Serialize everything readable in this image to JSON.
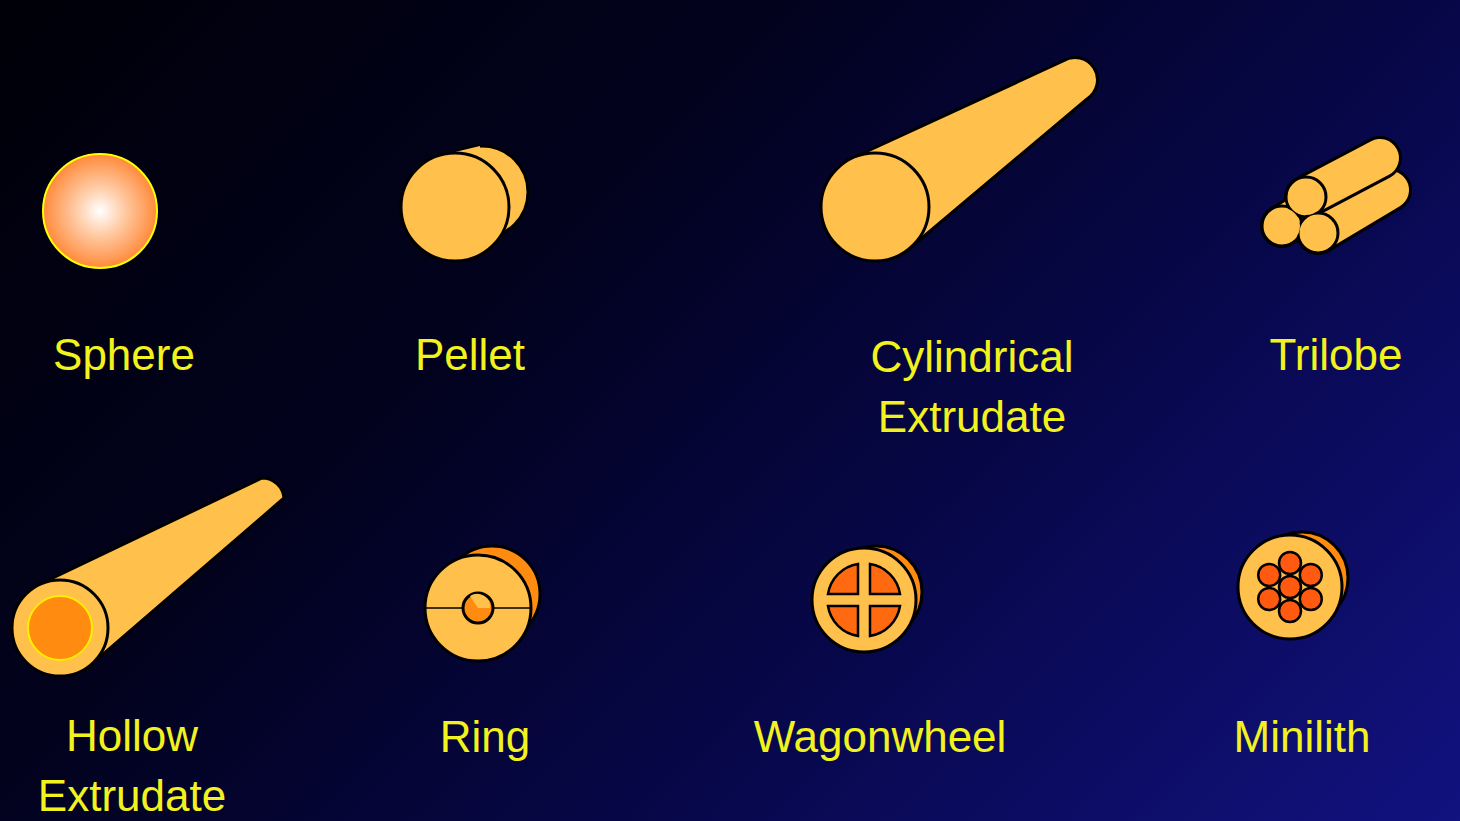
{
  "diagram": {
    "labels": [
      "Sphere",
      "Pellet",
      "Cylindrical Extrudate",
      "Trilobe",
      "Hollow Extrudate",
      "Ring",
      "Wagonwheel",
      "Minilith"
    ]
  }
}
